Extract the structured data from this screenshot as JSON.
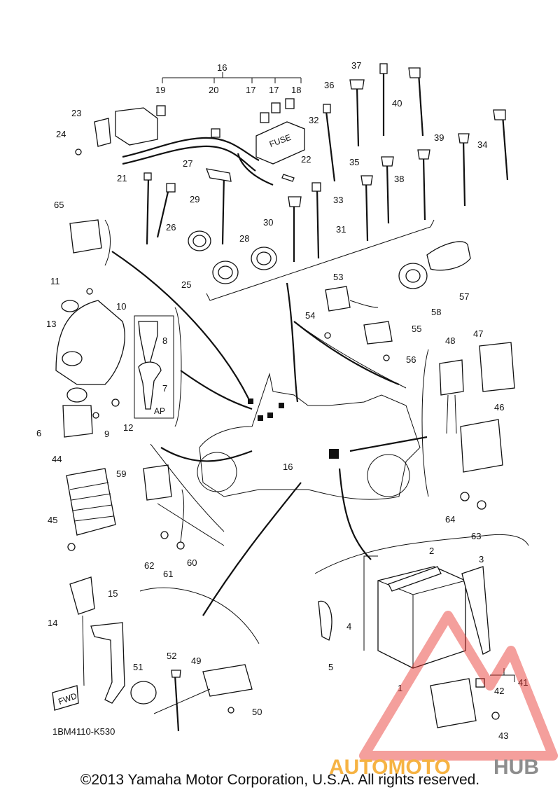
{
  "diagram": {
    "reference_code": "1BM4110-K530",
    "fwd_label": "FWD",
    "ap_label": "AP",
    "fuse_label": "FUSE",
    "callouts": [
      {
        "id": "c1",
        "label": "1"
      },
      {
        "id": "c2",
        "label": "2"
      },
      {
        "id": "c3",
        "label": "3"
      },
      {
        "id": "c4",
        "label": "4"
      },
      {
        "id": "c5",
        "label": "5"
      },
      {
        "id": "c6",
        "label": "6"
      },
      {
        "id": "c7",
        "label": "7"
      },
      {
        "id": "c8",
        "label": "8"
      },
      {
        "id": "c9",
        "label": "9"
      },
      {
        "id": "c10",
        "label": "10"
      },
      {
        "id": "c11",
        "label": "11"
      },
      {
        "id": "c12",
        "label": "12"
      },
      {
        "id": "c13",
        "label": "13"
      },
      {
        "id": "c14",
        "label": "14"
      },
      {
        "id": "c15",
        "label": "15"
      },
      {
        "id": "c16",
        "label": "16"
      },
      {
        "id": "c16b",
        "label": "16"
      },
      {
        "id": "c17",
        "label": "17"
      },
      {
        "id": "c17b",
        "label": "17"
      },
      {
        "id": "c18",
        "label": "18"
      },
      {
        "id": "c19",
        "label": "19"
      },
      {
        "id": "c20",
        "label": "20"
      },
      {
        "id": "c21",
        "label": "21"
      },
      {
        "id": "c22",
        "label": "22"
      },
      {
        "id": "c23",
        "label": "23"
      },
      {
        "id": "c24",
        "label": "24"
      },
      {
        "id": "c25",
        "label": "25"
      },
      {
        "id": "c26",
        "label": "26"
      },
      {
        "id": "c27",
        "label": "27"
      },
      {
        "id": "c28",
        "label": "28"
      },
      {
        "id": "c29",
        "label": "29"
      },
      {
        "id": "c30",
        "label": "30"
      },
      {
        "id": "c31",
        "label": "31"
      },
      {
        "id": "c32",
        "label": "32"
      },
      {
        "id": "c33",
        "label": "33"
      },
      {
        "id": "c34",
        "label": "34"
      },
      {
        "id": "c35",
        "label": "35"
      },
      {
        "id": "c36",
        "label": "36"
      },
      {
        "id": "c37",
        "label": "37"
      },
      {
        "id": "c38",
        "label": "38"
      },
      {
        "id": "c39",
        "label": "39"
      },
      {
        "id": "c40",
        "label": "40"
      },
      {
        "id": "c41",
        "label": "41"
      },
      {
        "id": "c42",
        "label": "42"
      },
      {
        "id": "c43",
        "label": "43"
      },
      {
        "id": "c44",
        "label": "44"
      },
      {
        "id": "c45",
        "label": "45"
      },
      {
        "id": "c46",
        "label": "46"
      },
      {
        "id": "c47",
        "label": "47"
      },
      {
        "id": "c48",
        "label": "48"
      },
      {
        "id": "c49",
        "label": "49"
      },
      {
        "id": "c50",
        "label": "50"
      },
      {
        "id": "c51",
        "label": "51"
      },
      {
        "id": "c52",
        "label": "52"
      },
      {
        "id": "c53",
        "label": "53"
      },
      {
        "id": "c54",
        "label": "54"
      },
      {
        "id": "c55",
        "label": "55"
      },
      {
        "id": "c56",
        "label": "56"
      },
      {
        "id": "c57",
        "label": "57"
      },
      {
        "id": "c58",
        "label": "58"
      },
      {
        "id": "c59",
        "label": "59"
      },
      {
        "id": "c60",
        "label": "60"
      },
      {
        "id": "c61",
        "label": "61"
      },
      {
        "id": "c62",
        "label": "62"
      },
      {
        "id": "c63",
        "label": "63"
      },
      {
        "id": "c64",
        "label": "64"
      },
      {
        "id": "c65",
        "label": "65"
      }
    ]
  },
  "watermark": {
    "part1": "AUTOMOTO",
    "part2": "HUB",
    "color_primary": "#f5a623",
    "color_secondary": "#7a7a7a",
    "logo_color": "#e8322b"
  },
  "footer": {
    "copyright": "©2013 Yamaha Motor Corporation, U.S.A. All rights reserved."
  }
}
